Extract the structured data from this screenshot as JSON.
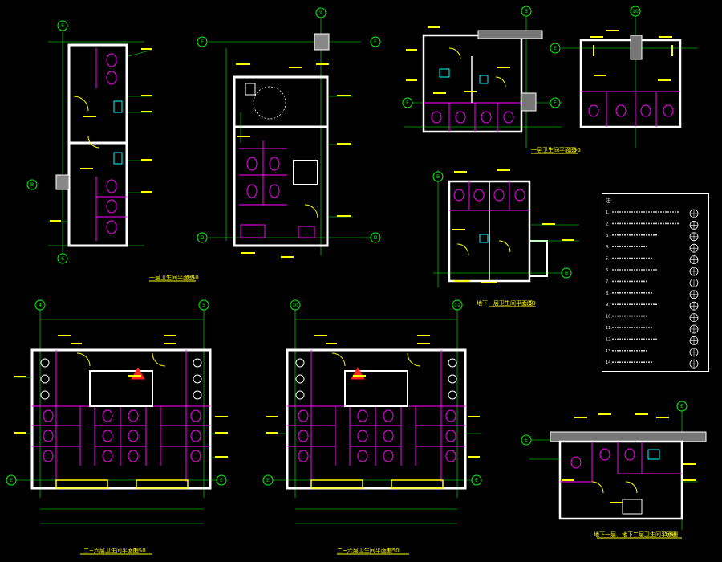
{
  "colors": {
    "background": "#000000",
    "wall": "#ffffff",
    "partition": "#ff00ff",
    "dimension": "#00ff00",
    "annotation": "#ffff00",
    "axis": "#00ff00",
    "title": "#ffff00",
    "fixture": "#ff00ff",
    "note": "#ffffff",
    "grid_line": "#ff2020"
  },
  "drawings": [
    {
      "id": "plan-a",
      "title": "一层卫生间平面图",
      "scale": "1:50",
      "axes": [
        "6",
        "6",
        "B"
      ]
    },
    {
      "id": "plan-b",
      "title": "",
      "scale": "",
      "axes": [
        "9",
        "E",
        "E",
        "D",
        "D"
      ]
    },
    {
      "id": "plan-c",
      "title": "一层卫生间平面图",
      "scale": "1:50",
      "axes": [
        "5",
        "E",
        "E"
      ]
    },
    {
      "id": "plan-d",
      "title": "",
      "scale": "",
      "axes": [
        "10",
        "E"
      ]
    },
    {
      "id": "plan-e",
      "title": "地下一层卫生间平面图",
      "scale": "1:50",
      "axes": [
        "B",
        "B"
      ]
    },
    {
      "id": "plan-f",
      "title": "二~六层卫生间平面图",
      "scale": "1:50",
      "axes": [
        "4",
        "5",
        "E",
        "E"
      ]
    },
    {
      "id": "plan-g",
      "title": "二~六层卫生间平面图",
      "scale": "1:50",
      "axes": [
        "10",
        "11",
        "E",
        "E"
      ]
    },
    {
      "id": "plan-h",
      "title": "地下一层、地下二层卫生间平面图",
      "scale": "1:50",
      "axes": [
        "E",
        "E"
      ]
    }
  ],
  "legend": {
    "heading": "注:",
    "items": [
      "1.",
      "2.",
      "3.",
      "4.",
      "5.",
      "6.",
      "7.",
      "8.",
      "9.",
      "10.",
      "11.",
      "12.",
      "13.",
      "14."
    ]
  }
}
